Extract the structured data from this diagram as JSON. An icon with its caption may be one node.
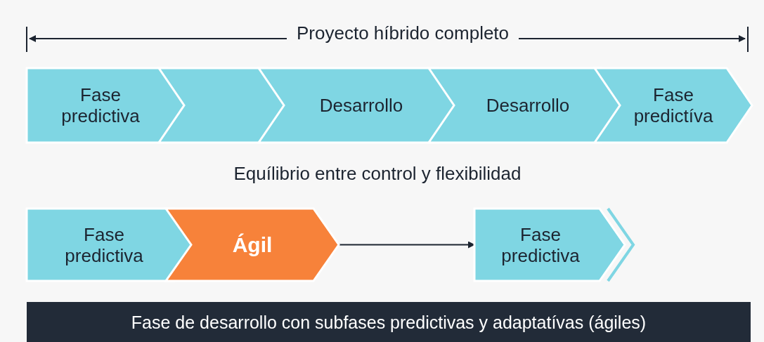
{
  "diagram": {
    "nodes": [
      {
        "text": [
          "Fase predictiva"
        ]
      },
      {
        "text": [],
        "shape": "chevron"
      },
      {
        "text": [
          "Desarrollo"
        ]
      },
      {
        "text": [
          "Desarrollo"
        ]
      },
      {
        "text": [
          "Fase predictíva"
        ]
      },
      {
        "text": [
          "Fase predictiva"
        ]
      },
      {
        "text": [
          "Ágil"
        ]
      },
      {
        "text": [
          "Fase predictiva"
        ]
      },
      {
        "text": [
          "Fase de desarrollo con subfases predictivas y adaptatívas (ágiles)"
        ]
      }
    ],
    "edges": [
      {
        "from": 6,
        "to": 7,
        "arrow": "to"
      }
    ],
    "labels": [
      "Proyecto híbrido completo",
      "Equílibrio entre control y flexibilidad"
    ]
  }
}
